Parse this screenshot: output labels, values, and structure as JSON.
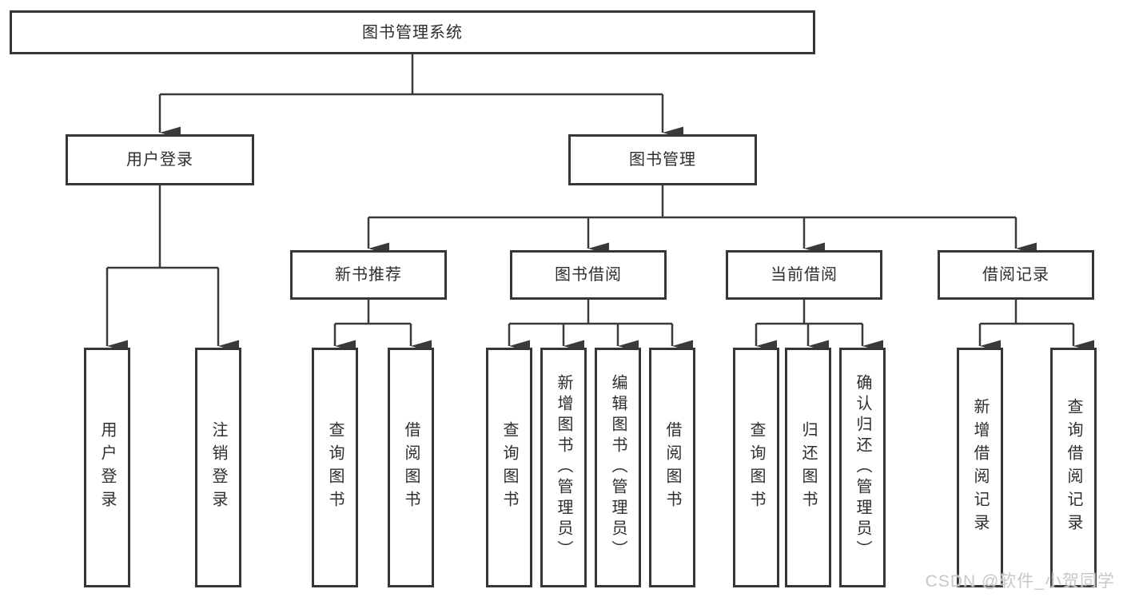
{
  "diagram": {
    "title": "图书管理系统",
    "root": "图书管理系统",
    "level2": {
      "login": "用户登录",
      "manage": "图书管理"
    },
    "login_children": {
      "user_login": "用户登录",
      "logout": "注销登录"
    },
    "manage_children": {
      "recommend": "新书推荐",
      "borrow": "图书借阅",
      "current": "当前借阅",
      "records": "借阅记录"
    },
    "recommend_children": {
      "query_book": "查询图书",
      "borrow_book": "借阅图书"
    },
    "borrow_children": {
      "query_book": "查询图书",
      "add_book": "新增图书（管理员）",
      "edit_book": "编辑图书（管理员）",
      "borrow_book": "借阅图书"
    },
    "current_children": {
      "query_book": "查询图书",
      "return_book": "归还图书",
      "confirm_return": "确认归还（管理员）"
    },
    "records_children": {
      "add_record": "新增借阅记录",
      "query_record": "查询借阅记录"
    }
  },
  "watermark": "CSDN @软件_小贺同学",
  "colors": {
    "line": "#3a3a3a",
    "box_border": "#363636",
    "text": "#2e2e2e",
    "watermark": "#c8c8c8"
  }
}
